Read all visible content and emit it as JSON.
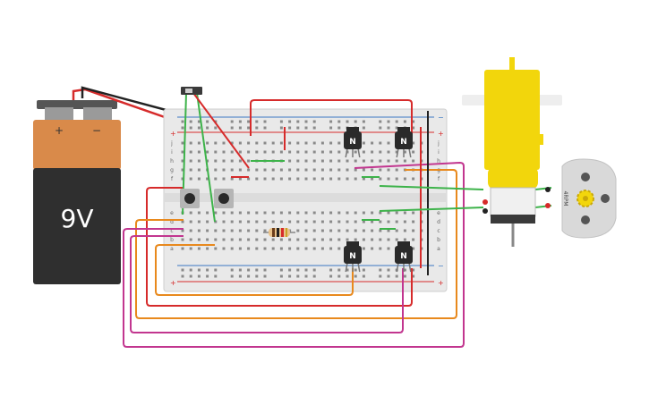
{
  "battery": {
    "voltage_label": "9V",
    "plus_symbol": "+",
    "minus_symbol": "−"
  },
  "breadboard": {
    "row_letters_top": [
      "j",
      "i",
      "h",
      "g",
      "f"
    ],
    "row_letters_bottom": [
      "e",
      "d",
      "c",
      "b",
      "a"
    ],
    "rail_plus": "+",
    "rail_minus": "−"
  },
  "transistors": [
    {
      "id": "q1",
      "label": "N"
    },
    {
      "id": "q2",
      "label": "N"
    },
    {
      "id": "q3",
      "label": "N"
    },
    {
      "id": "q4",
      "label": "N"
    }
  ],
  "motor": {
    "rpm_label": "4RPM"
  },
  "colors": {
    "wire_red": "#d62b2b",
    "wire_green": "#3db34a",
    "wire_orange": "#e8891d",
    "wire_magenta": "#c2368f",
    "wire_black": "#222222",
    "battery_orange": "#d98a4a",
    "battery_body": "#2f2f2f",
    "motor_yellow": "#f2d60c",
    "breadboard": "#e9e9e9"
  }
}
